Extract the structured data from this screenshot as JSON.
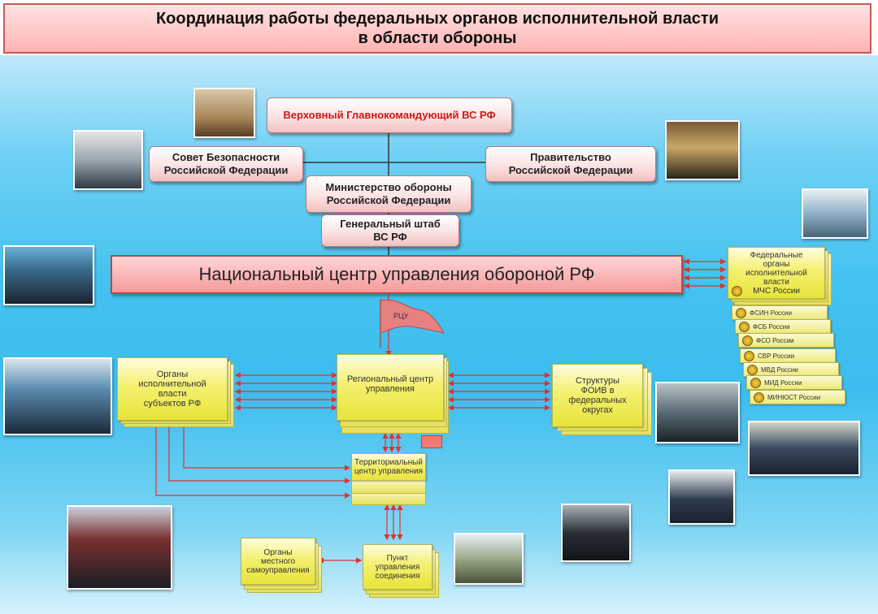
{
  "header": {
    "title": "Координация работы федеральных органов исполнительной власти\nв области обороны"
  },
  "nodes": {
    "supreme_commander": "Верховный Главнокомандующий ВС РФ",
    "security_council": "Совет Безопасности\nРоссийской Федерации",
    "government": "Правительство\nРоссийской Федерации",
    "defense_ministry": "Министерство обороны\nРоссийской Федерации",
    "general_staff": "Генеральный штаб\nВС РФ",
    "national_center": "Национальный центр управления обороной РФ",
    "flag_label": "РЦУ",
    "subject_authorities": "Органы\nисполнительной\nвласти\nсубъектов РФ",
    "regional_center": "Региональный центр\nуправления",
    "foiv_structures": "Структуры\nФОИВ в\nфедеральных\nокругах",
    "territorial_center": "Территориальный\nцентр управления",
    "local_government": "Органы\nместного\nсамоуправления",
    "communications_point": "Пункт\nуправления\nсоединения",
    "federal_bodies": "Федеральные\nорганы\nисполнительной\nвласти\nМЧС России"
  },
  "agencies": [
    "ФСИН России",
    "ФСБ России",
    "ФСО России",
    "СВР России",
    "МВД России",
    "МИД России",
    "МИНЮСТ России"
  ],
  "colors": {
    "header_border": "#c85a5a",
    "pink_box": "#f3c0c0",
    "title_red": "#d01818",
    "yellow_box": "#e8e43a",
    "arrow_red": "#e53030",
    "background": "#45c2f0"
  }
}
